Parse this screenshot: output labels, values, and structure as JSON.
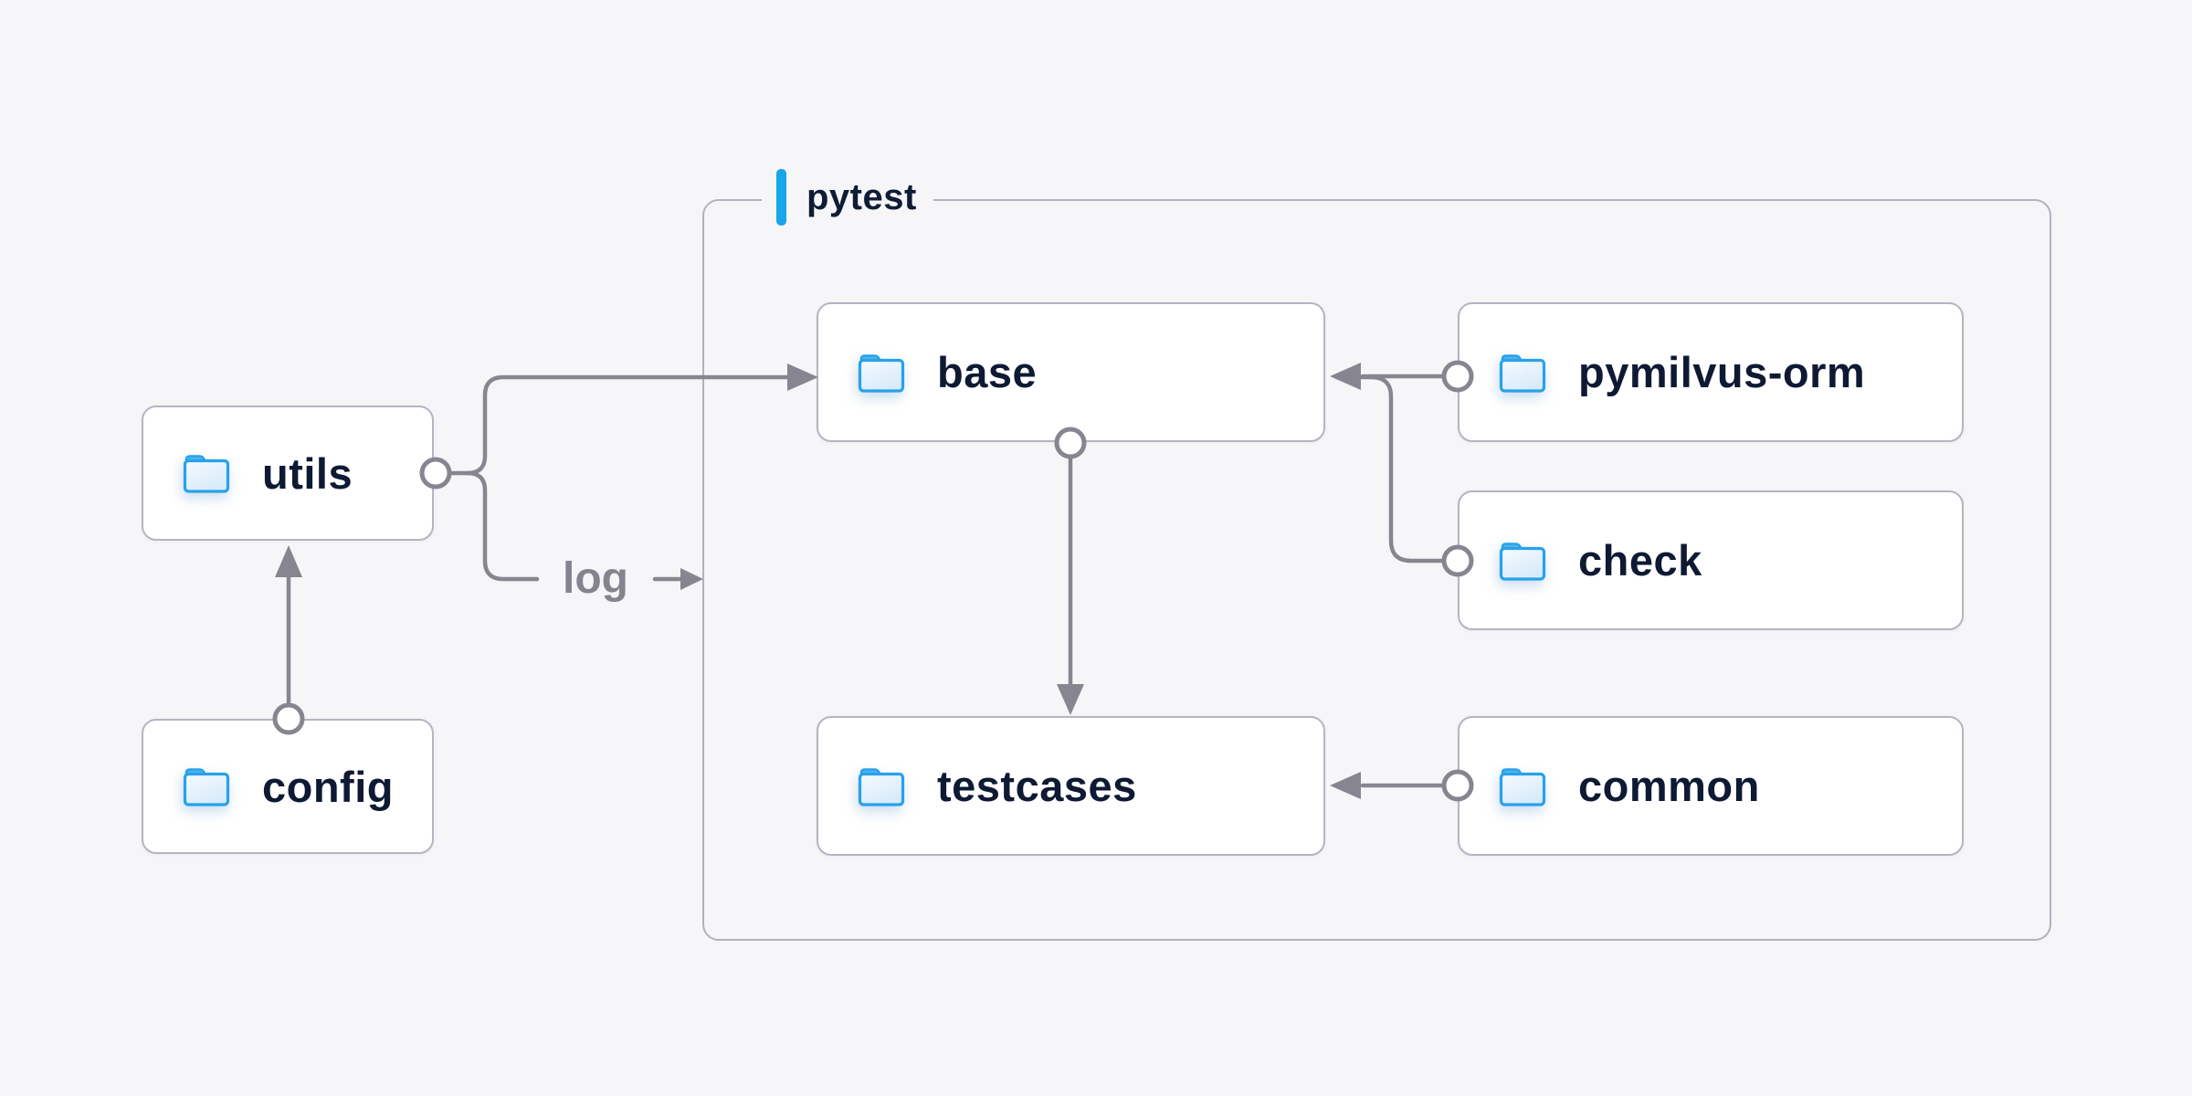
{
  "canvas": {
    "background": "#f6f6f8"
  },
  "group": {
    "label": "pytest",
    "accent_color": "#18a5ea"
  },
  "nodes": {
    "utils": {
      "label": "utils",
      "icon": "folder-icon"
    },
    "config": {
      "label": "config",
      "icon": "folder-icon"
    },
    "base": {
      "label": "base",
      "icon": "folder-icon"
    },
    "pymilvus-orm": {
      "label": "pymilvus-orm",
      "icon": "folder-icon"
    },
    "check": {
      "label": "check",
      "icon": "folder-icon"
    },
    "testcases": {
      "label": "testcases",
      "icon": "folder-icon"
    },
    "common": {
      "label": "common",
      "icon": "folder-icon"
    }
  },
  "edges": [
    {
      "from": "config",
      "to": "utils"
    },
    {
      "from": "utils",
      "to": "base"
    },
    {
      "from": "utils",
      "to": "pytest-group",
      "label": "log"
    },
    {
      "from": "pymilvus-orm",
      "to": "base"
    },
    {
      "from": "check",
      "to": "base"
    },
    {
      "from": "base",
      "to": "testcases"
    },
    {
      "from": "common",
      "to": "testcases"
    }
  ],
  "colors": {
    "background": "#f6f6f8",
    "node_fill": "#ffffff",
    "node_border": "#b6b4c1",
    "node_text": "#0e1a33",
    "edge": "#87858f",
    "edge_label_text": "#85838e",
    "group_border": "#b3b1bf",
    "accent": "#18a5ea",
    "folder_outline": "#28a2e9",
    "folder_tab": "#54b2ec",
    "folder_body_light": "#f5fafe",
    "folder_body_dark": "#d8ebfa"
  }
}
